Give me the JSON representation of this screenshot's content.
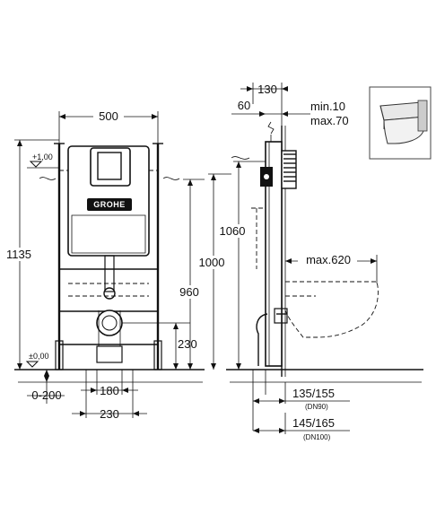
{
  "brand": {
    "logo_text": "GROHE"
  },
  "front_view": {
    "width_total": "500",
    "height_total": "1135",
    "level_top": "+1,00",
    "level_bottom": "±0,00",
    "feet_adjust": "0-200",
    "width_inner": "180",
    "width_outer": "230",
    "height_bowl": "230"
  },
  "side_view": {
    "depth_top": "130",
    "offset": "60",
    "min_label": "min.10",
    "max_label": "max.70",
    "height_1060": "1060",
    "height_1000": "1000",
    "height_960": "960",
    "max_projection": "max.620",
    "pipe_dn90": "135/155",
    "pipe_dn90_unit": "(DN90)",
    "pipe_dn100": "145/165",
    "pipe_dn100_unit": "(DN100)"
  }
}
